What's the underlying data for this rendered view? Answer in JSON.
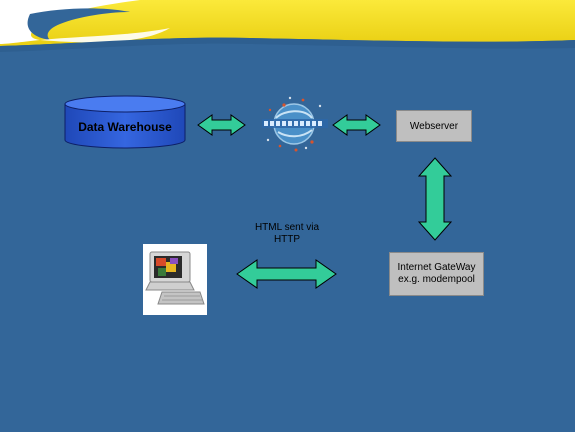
{
  "colors": {
    "background": "#336699",
    "banner": "#f7e11c",
    "cylinder": "#2a5ad6",
    "arrow_fill": "#33cc99",
    "box": "#bfbfbf"
  },
  "nodes": {
    "data_warehouse": "Data Warehouse",
    "webserver": "Webserver",
    "gateway_line1": "Internet GateWay",
    "gateway_line2": "ex.g. modempool"
  },
  "edge_label": {
    "line1": "HTML sent via",
    "line2": "HTTP"
  },
  "icons": {
    "network": "network-globe-icon",
    "client": "computer-icon"
  }
}
